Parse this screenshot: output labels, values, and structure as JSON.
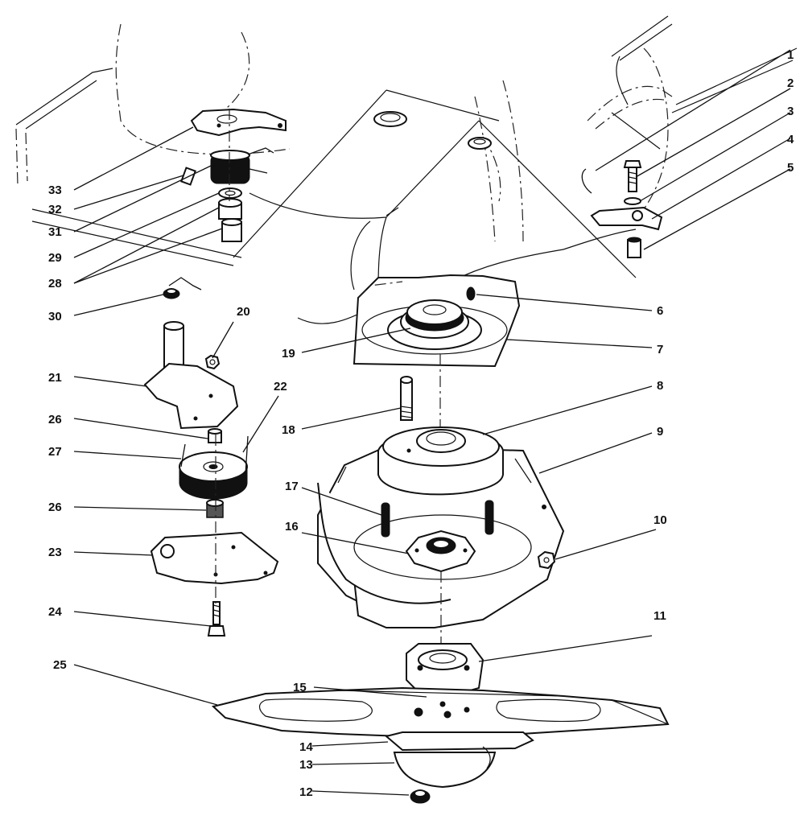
{
  "labels": {
    "l1": "1",
    "l2": "2",
    "l3": "3",
    "l4": "4",
    "l5": "5",
    "l6": "6",
    "l7": "7",
    "l8": "8",
    "l9": "9",
    "l10": "10",
    "l11": "11",
    "l12": "12",
    "l13": "13",
    "l14": "14",
    "l15": "15",
    "l16": "16",
    "l17": "17",
    "l18": "18",
    "l19": "19",
    "l20": "20",
    "l21": "21",
    "l22": "22",
    "l23": "23",
    "l24": "24",
    "l25": "25",
    "l26a": "26",
    "l26b": "26",
    "l27": "27",
    "l28": "28",
    "l29": "29",
    "l30": "30",
    "l31": "31",
    "l32": "32",
    "l33": "33"
  }
}
